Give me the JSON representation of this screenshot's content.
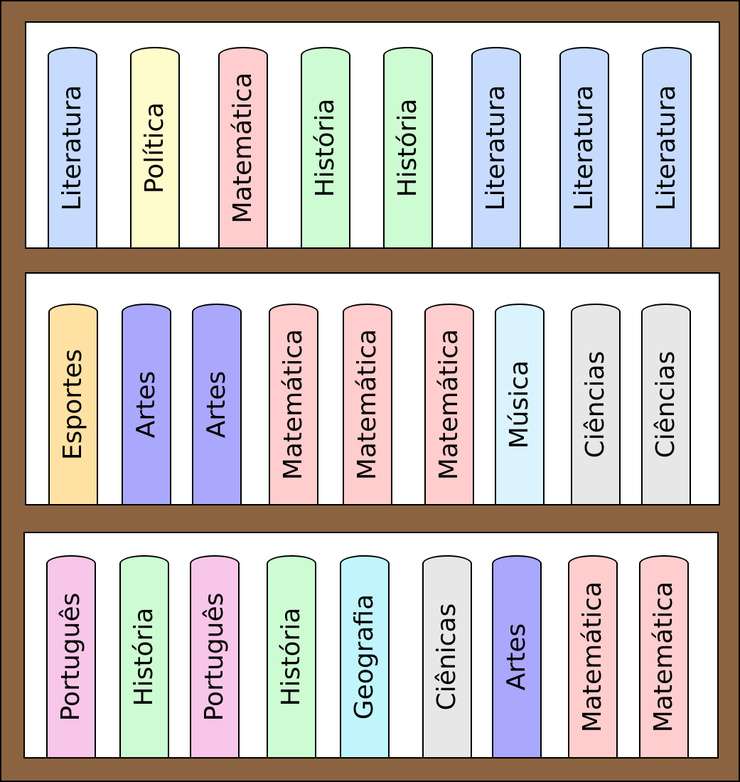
{
  "colors": {
    "wood": "#8B6340",
    "literatura": "#C6DBFD",
    "politica": "#FFFCCC",
    "matematica": "#FFCDCD",
    "historia": "#CDFCD2",
    "esportes": "#FFE1A4",
    "artes": "#AAA8FD",
    "musica": "#DAF3FD",
    "ciencias": "#E7E7E7",
    "portugues": "#F7C6E8",
    "geografia": "#C1F5FD"
  },
  "shelves": [
    {
      "books": [
        {
          "label": "Literatura",
          "color": "#C6DBFD"
        },
        {
          "label": "Política",
          "color": "#FFFCCC"
        },
        {
          "label": "Matemática",
          "color": "#FFCDCD"
        },
        {
          "label": "História",
          "color": "#CDFCD2"
        },
        {
          "label": "História",
          "color": "#CDFCD2"
        },
        {
          "label": "Literatura",
          "color": "#C6DBFD"
        },
        {
          "label": "Literatura",
          "color": "#C6DBFD"
        },
        {
          "label": "Literatura",
          "color": "#C6DBFD"
        }
      ]
    },
    {
      "books": [
        {
          "label": "Esportes",
          "color": "#FFE1A4"
        },
        {
          "label": "Artes",
          "color": "#AAA8FD"
        },
        {
          "label": "Artes",
          "color": "#AAA8FD"
        },
        {
          "label": "Matemática",
          "color": "#FFCDCD"
        },
        {
          "label": "Matemática",
          "color": "#FFCDCD"
        },
        {
          "label": "Matemática",
          "color": "#FFCDCD"
        },
        {
          "label": "Música",
          "color": "#DAF3FD"
        },
        {
          "label": "Ciências",
          "color": "#E7E7E7"
        },
        {
          "label": "Ciências",
          "color": "#E7E7E7"
        }
      ]
    },
    {
      "books": [
        {
          "label": "Português",
          "color": "#F7C6E8"
        },
        {
          "label": "História",
          "color": "#CDFCD2"
        },
        {
          "label": "Português",
          "color": "#F7C6E8"
        },
        {
          "label": "História",
          "color": "#CDFCD2"
        },
        {
          "label": "Geografia",
          "color": "#C1F5FD"
        },
        {
          "label": "Ciênicas",
          "color": "#E7E7E7"
        },
        {
          "label": "Artes",
          "color": "#AAA8FD"
        },
        {
          "label": "Matemática",
          "color": "#FFCDCD"
        },
        {
          "label": "Matemática",
          "color": "#FFCDCD"
        }
      ]
    }
  ]
}
